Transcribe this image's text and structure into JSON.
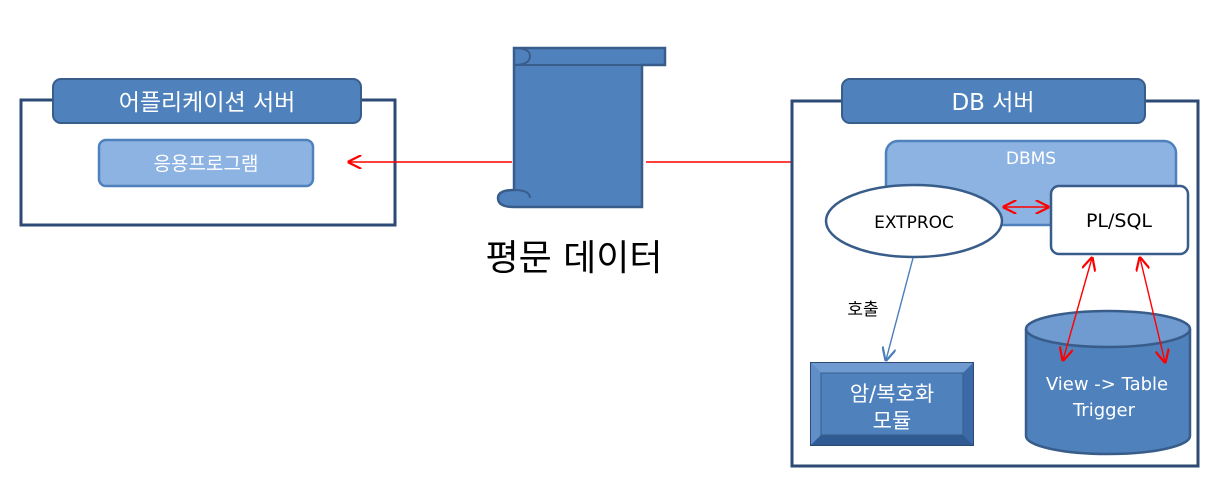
{
  "app_server": {
    "title": "어플리케이션 서버",
    "program": "응용프로그램"
  },
  "plain_data": {
    "label": "평문 데이터"
  },
  "db_server": {
    "title": "DB 서버",
    "dbms": "DBMS",
    "extproc": "EXTPROC",
    "plsql": "PL/SQL",
    "call_label": "호출",
    "crypto_module": {
      "line1": "암/복호화",
      "line2": "모듈"
    },
    "db_cylinder": {
      "line1": "View -> Table",
      "line2": "Trigger"
    }
  },
  "colors": {
    "box_blue": "#4f81bd",
    "box_border": "#385d8a",
    "light_blue": "#8db3e2",
    "light_blue2": "#95b3d7",
    "panel_border": "#2c4a75",
    "arrow_red": "#ff0000",
    "arrow_blue": "#4a7ebb"
  }
}
